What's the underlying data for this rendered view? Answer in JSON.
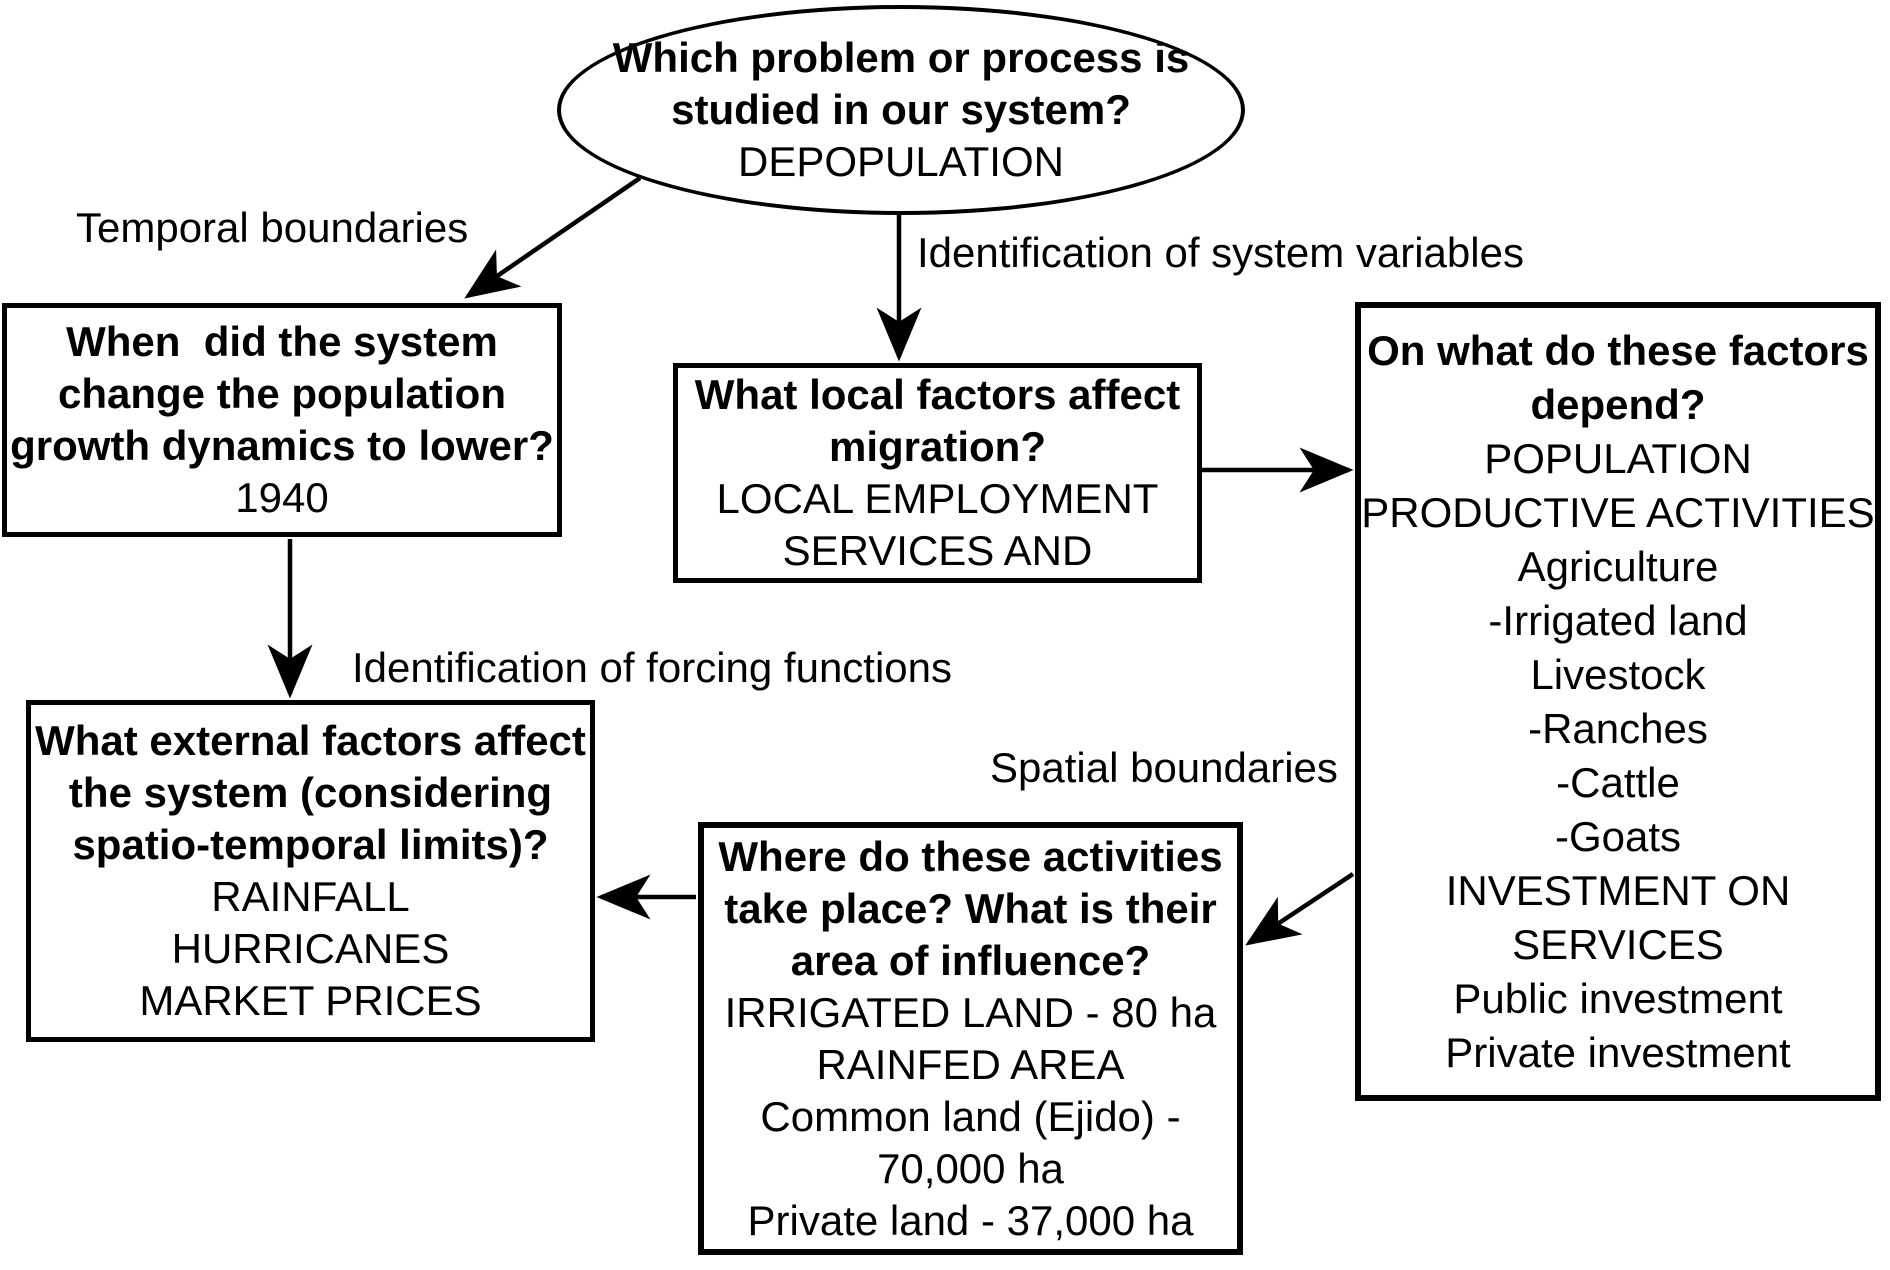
{
  "colors": {
    "ink": "#000000",
    "background": "#ffffff"
  },
  "ellipse": {
    "question_lines": [
      "Which problem or process is",
      "studied in our system?"
    ],
    "answer_lines": [
      "DEPOPULATION"
    ]
  },
  "labels": {
    "temporal": "Temporal boundaries",
    "system_variables": "Identification of system variables",
    "forcing_functions": "Identification of forcing functions",
    "spatial": "Spatial boundaries"
  },
  "boxes": {
    "temporal": {
      "question_lines": [
        "When  did the system",
        "change the population",
        "growth dynamics to lower?"
      ],
      "answer_lines": [
        "1940"
      ]
    },
    "local_factors": {
      "question_lines": [
        "What local factors affect",
        "migration?"
      ],
      "answer_lines": [
        "LOCAL EMPLOYMENT",
        "SERVICES AND"
      ]
    },
    "dependencies": {
      "question_lines": [
        "On what do these factors",
        "depend?"
      ],
      "answer_lines": [
        "POPULATION",
        "PRODUCTIVE ACTIVITIES",
        "Agriculture",
        "-Irrigated land",
        "Livestock",
        "-Ranches",
        "-Cattle",
        "-Goats",
        "INVESTMENT ON",
        "SERVICES",
        "Public investment",
        "Private investment"
      ]
    },
    "external_factors": {
      "question_lines": [
        "What external factors affect",
        "the system (considering",
        "spatio-temporal limits)?"
      ],
      "answer_lines": [
        "RAINFALL",
        "HURRICANES",
        "MARKET PRICES"
      ]
    },
    "spatial": {
      "question_lines": [
        "Where do these activities",
        "take place? What is their",
        "area of influence?"
      ],
      "answer_lines": [
        "IRRIGATED LAND - 80 ha",
        "RAINFED AREA",
        "Common land (Ejido) -",
        "70,000 ha",
        "Private land - 37,000 ha"
      ]
    }
  }
}
